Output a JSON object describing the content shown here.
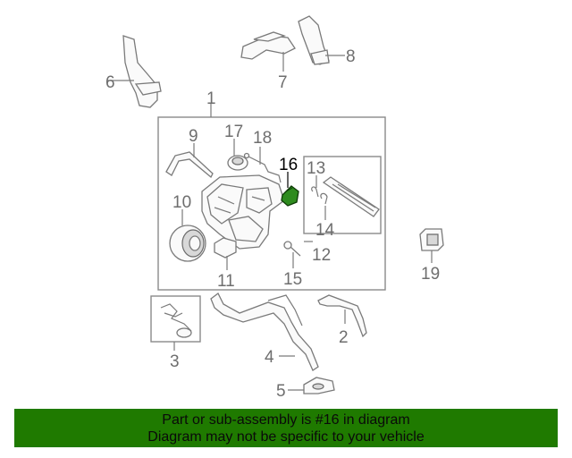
{
  "diagram": {
    "callouts": [
      {
        "id": "1",
        "label": "1"
      },
      {
        "id": "2",
        "label": "2"
      },
      {
        "id": "3",
        "label": "3"
      },
      {
        "id": "4",
        "label": "4"
      },
      {
        "id": "5",
        "label": "5"
      },
      {
        "id": "6",
        "label": "6"
      },
      {
        "id": "7",
        "label": "7"
      },
      {
        "id": "8",
        "label": "8"
      },
      {
        "id": "9",
        "label": "9"
      },
      {
        "id": "10",
        "label": "10"
      },
      {
        "id": "11",
        "label": "11"
      },
      {
        "id": "12",
        "label": "12"
      },
      {
        "id": "13",
        "label": "13"
      },
      {
        "id": "14",
        "label": "14"
      },
      {
        "id": "15",
        "label": "15"
      },
      {
        "id": "16",
        "label": "16"
      },
      {
        "id": "17",
        "label": "17"
      },
      {
        "id": "18",
        "label": "18"
      },
      {
        "id": "19",
        "label": "19"
      }
    ],
    "highlighted_part": "16",
    "colors": {
      "highlight_part": "#2e8b1e",
      "banner_background": "#1f7a00",
      "line": "#7a7a7a"
    }
  },
  "banner": {
    "line1": "Part or sub-assembly is #16 in diagram",
    "line2": "Diagram may not be specific to your vehicle"
  }
}
